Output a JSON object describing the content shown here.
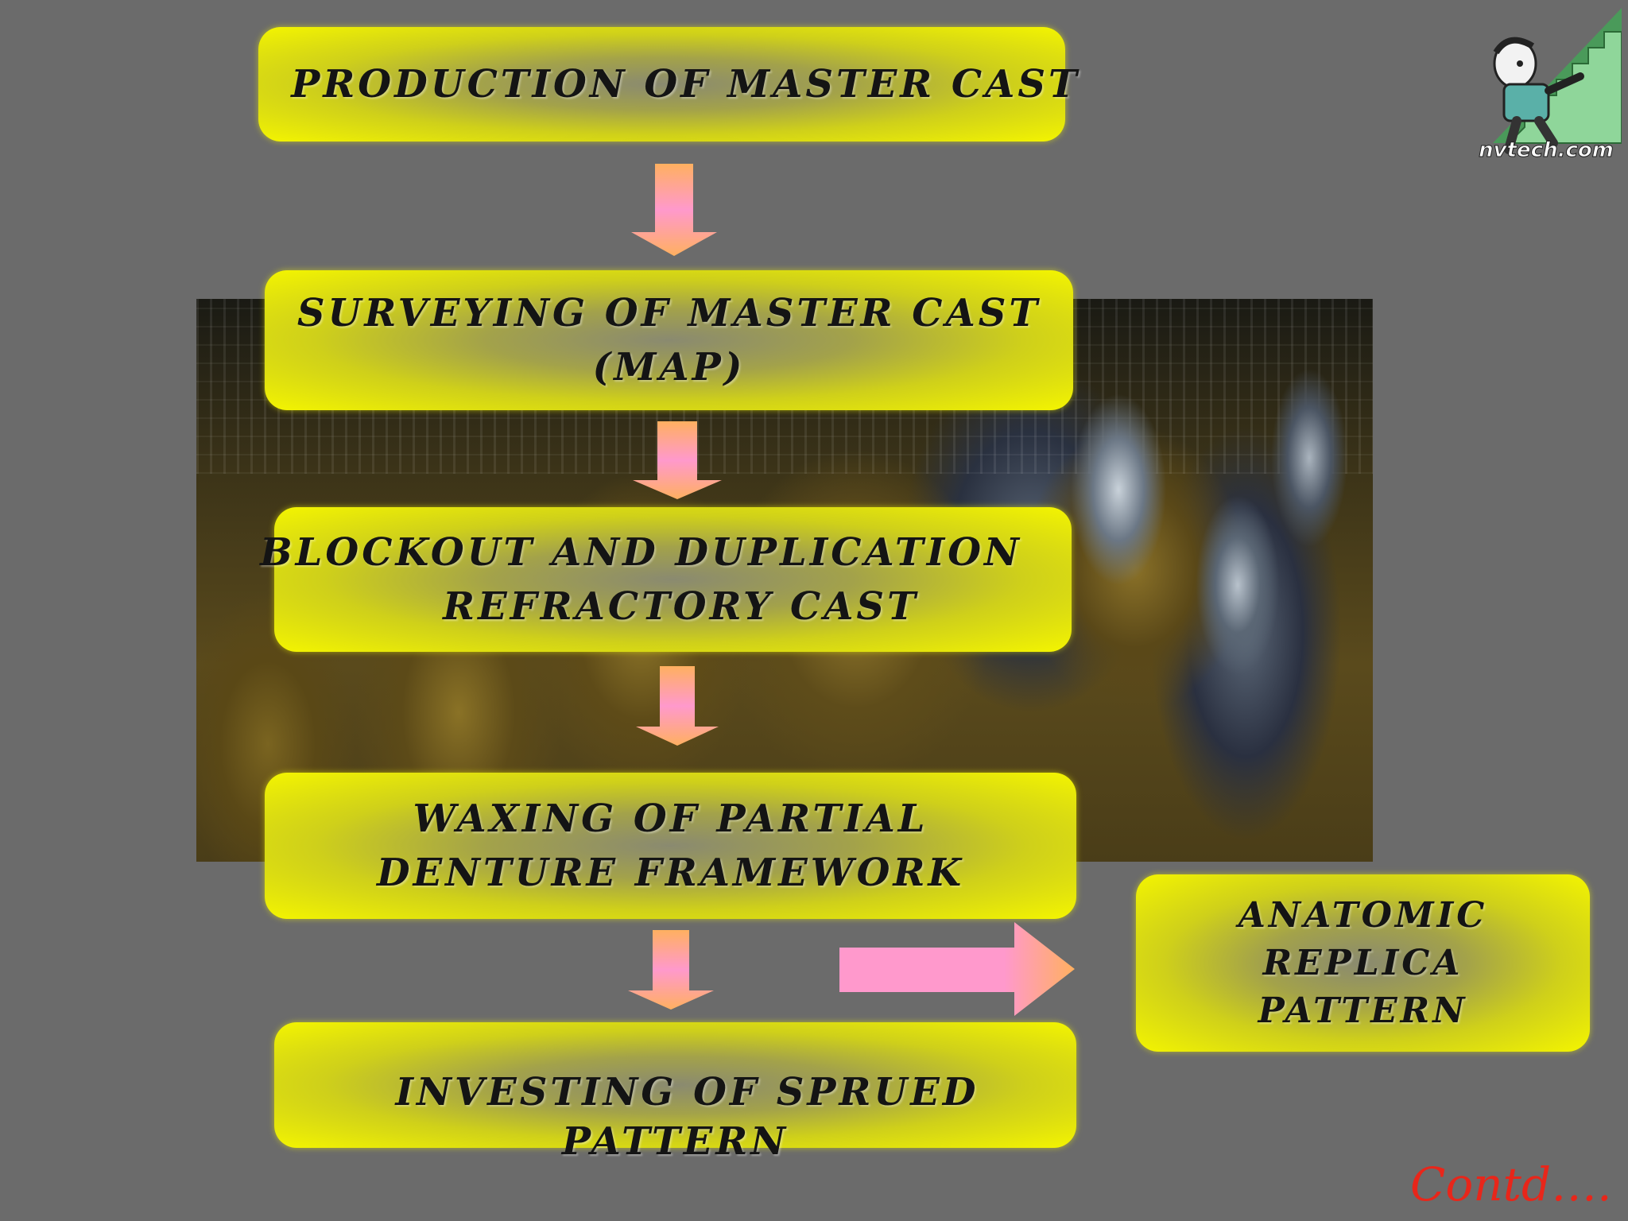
{
  "steps": [
    {
      "lines": [
        "PRODUCTION OF MASTER CAST"
      ]
    },
    {
      "lines": [
        "SURVEYING OF  MASTER CAST",
        "(MAP)"
      ]
    },
    {
      "lines": [
        "BLOCKOUT  AND DUPLICATION",
        "REFRACTORY CAST"
      ]
    },
    {
      "lines": [
        "WAXING OF PARTIAL",
        "DENTURE FRAMEWORK"
      ]
    },
    {
      "lines": [
        "INVESTING OF SPRUED",
        "PATTERN"
      ]
    }
  ],
  "side_step": {
    "lines": [
      "ANATOMIC",
      "REPLICA",
      "PATTERN"
    ]
  },
  "logo": {
    "text": "nvtech.com"
  },
  "footer": {
    "contd": "Contd…."
  },
  "colors": {
    "background": "#6b6b6b",
    "box_yellow": "#f4f500",
    "arrow_top": "#ffb060",
    "arrow_mid": "#ff99cc",
    "contd_red": "#e8261a"
  }
}
